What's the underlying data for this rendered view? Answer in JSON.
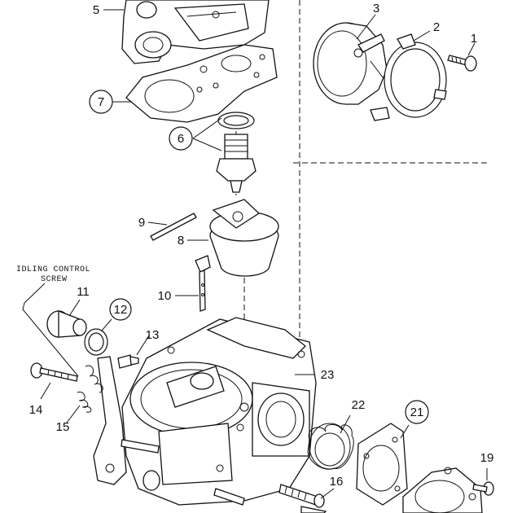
{
  "caption": {
    "line1": "IDLING CONTROL",
    "line2": "SCREW"
  },
  "callouts": [
    {
      "id": "c1",
      "text": "1",
      "circled": false
    },
    {
      "id": "c2",
      "text": "2",
      "circled": false
    },
    {
      "id": "c3",
      "text": "3",
      "circled": false
    },
    {
      "id": "c5",
      "text": "5",
      "circled": false
    },
    {
      "id": "c6",
      "text": "6",
      "circled": true
    },
    {
      "id": "c7",
      "text": "7",
      "circled": true
    },
    {
      "id": "c8",
      "text": "8",
      "circled": false
    },
    {
      "id": "c9",
      "text": "9",
      "circled": false
    },
    {
      "id": "c10",
      "text": "10",
      "circled": false
    },
    {
      "id": "c11",
      "text": "11",
      "circled": false
    },
    {
      "id": "c12",
      "text": "12",
      "circled": true
    },
    {
      "id": "c13",
      "text": "13",
      "circled": false
    },
    {
      "id": "c14",
      "text": "14",
      "circled": false
    },
    {
      "id": "c15",
      "text": "15",
      "circled": false
    },
    {
      "id": "c16",
      "text": "16",
      "circled": false
    },
    {
      "id": "c19",
      "text": "19",
      "circled": false
    },
    {
      "id": "c21",
      "text": "21",
      "circled": true
    },
    {
      "id": "c22",
      "text": "22",
      "circled": false
    },
    {
      "id": "c23",
      "text": "23",
      "circled": false
    }
  ]
}
